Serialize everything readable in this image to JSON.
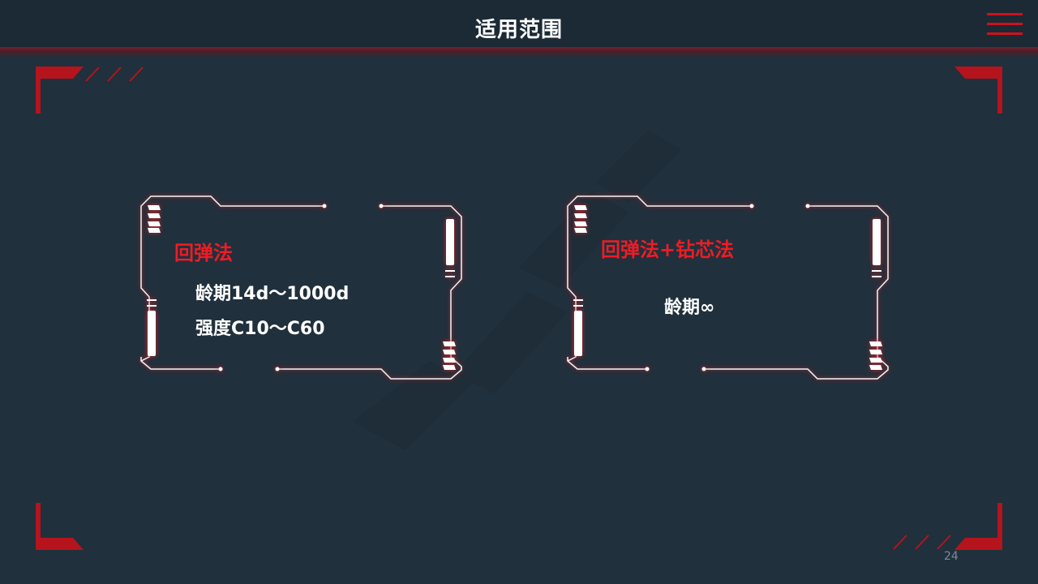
{
  "header": {
    "title": "适用范围"
  },
  "cards": [
    {
      "title": "回弹法",
      "lines": [
        "龄期14d～1000d",
        "强度C10～C60"
      ]
    },
    {
      "title": "回弹法+钻芯法",
      "lines": [
        "龄期∞"
      ]
    }
  ],
  "footer": {
    "page_number": "24"
  },
  "icons": {
    "menu": "menu-icon"
  },
  "colors": {
    "accent": "#d1111a",
    "background": "#20303c",
    "header_bg": "#1b2a35",
    "text": "#ffffff"
  }
}
